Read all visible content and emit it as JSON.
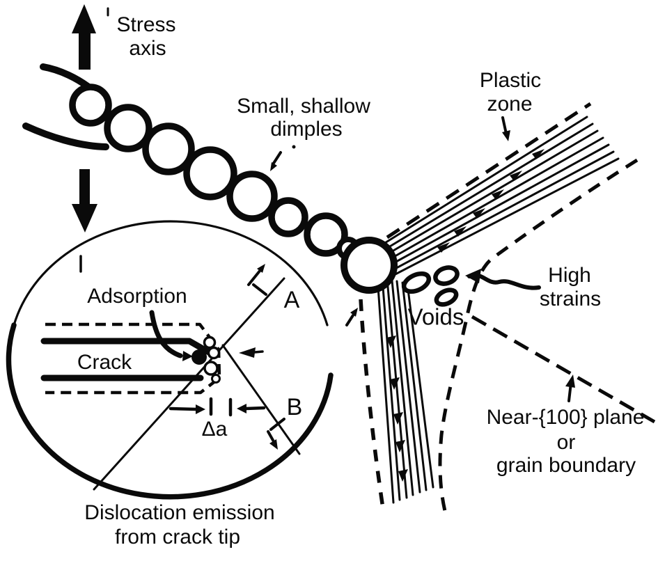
{
  "colors": {
    "ink": "#0a0a0a",
    "background": "#ffffff"
  },
  "labels": {
    "stress_axis": {
      "line1": "Stress",
      "line2": "axis"
    },
    "dimples": {
      "line1": "Small, shallow",
      "line2": "dimples"
    },
    "plastic_zone": {
      "line1": "Plastic",
      "line2": "zone"
    },
    "high_strains": {
      "line1": "High",
      "line2": "strains"
    },
    "voids": "Voids",
    "near_plane": {
      "line1": "Near-{100} plane",
      "line2": "or",
      "line3": "grain boundary"
    },
    "adsorption": "Adsorption",
    "crack": "Crack",
    "slip_plane_a": "A",
    "slip_plane_b": "B",
    "crack_advance": "Δa",
    "dislocation_emission": {
      "line1": "Dislocation emission",
      "line2": "from crack tip"
    }
  }
}
